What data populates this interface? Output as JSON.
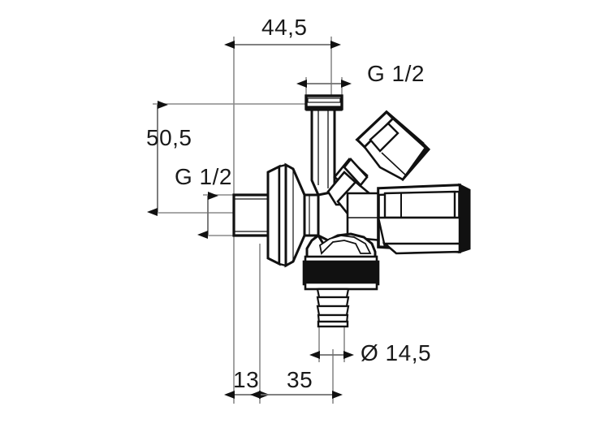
{
  "drawing": {
    "title": "Combination angle valve technical dimension drawing",
    "background_color": "#ffffff",
    "line_color": "#000000",
    "dim_line_color": "#7a7a7a",
    "text_color": "#1a1a1a",
    "units": "mm"
  },
  "dimensions": {
    "top_width": "44,5",
    "left_height": "50,5",
    "top_thread": "G 1/2",
    "left_thread": "G 1/2",
    "offset_small": "13",
    "offset_large": "35",
    "hose_diameter": "Ø 14,5"
  },
  "parts": {
    "wall_flange": "wall-flange",
    "inlet_thread": "inlet-thread-g12",
    "top_outlet": "top-outlet-g12",
    "angled_handle": "angled-handle",
    "side_handle": "side-handle",
    "hose_nozzle": "hose-nozzle"
  }
}
